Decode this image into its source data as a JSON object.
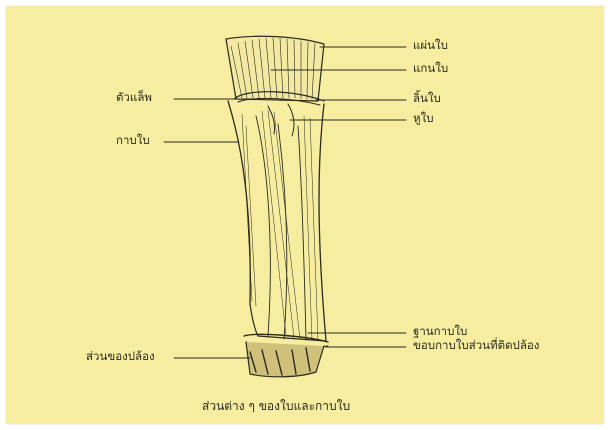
{
  "labels": {
    "blade": "แผ่นใบ",
    "midrib": "แกนใบ",
    "ligule": "ลิ้นใบ",
    "auricle": "หูใบ",
    "collar": "ตัวแล็พ",
    "sheath": "กาบใบ",
    "sheath_base": "ฐานกาบใบ",
    "sheath_edge": "ขอบกาบใบส่วนที่ติดปล้อง",
    "internode": "ส่วนของปล้อง"
  },
  "caption": "ส่วนต่าง ๆ ของใบและกาบใบ",
  "colors": {
    "background": "#f6eda0",
    "ink": "#2a2a1e"
  }
}
